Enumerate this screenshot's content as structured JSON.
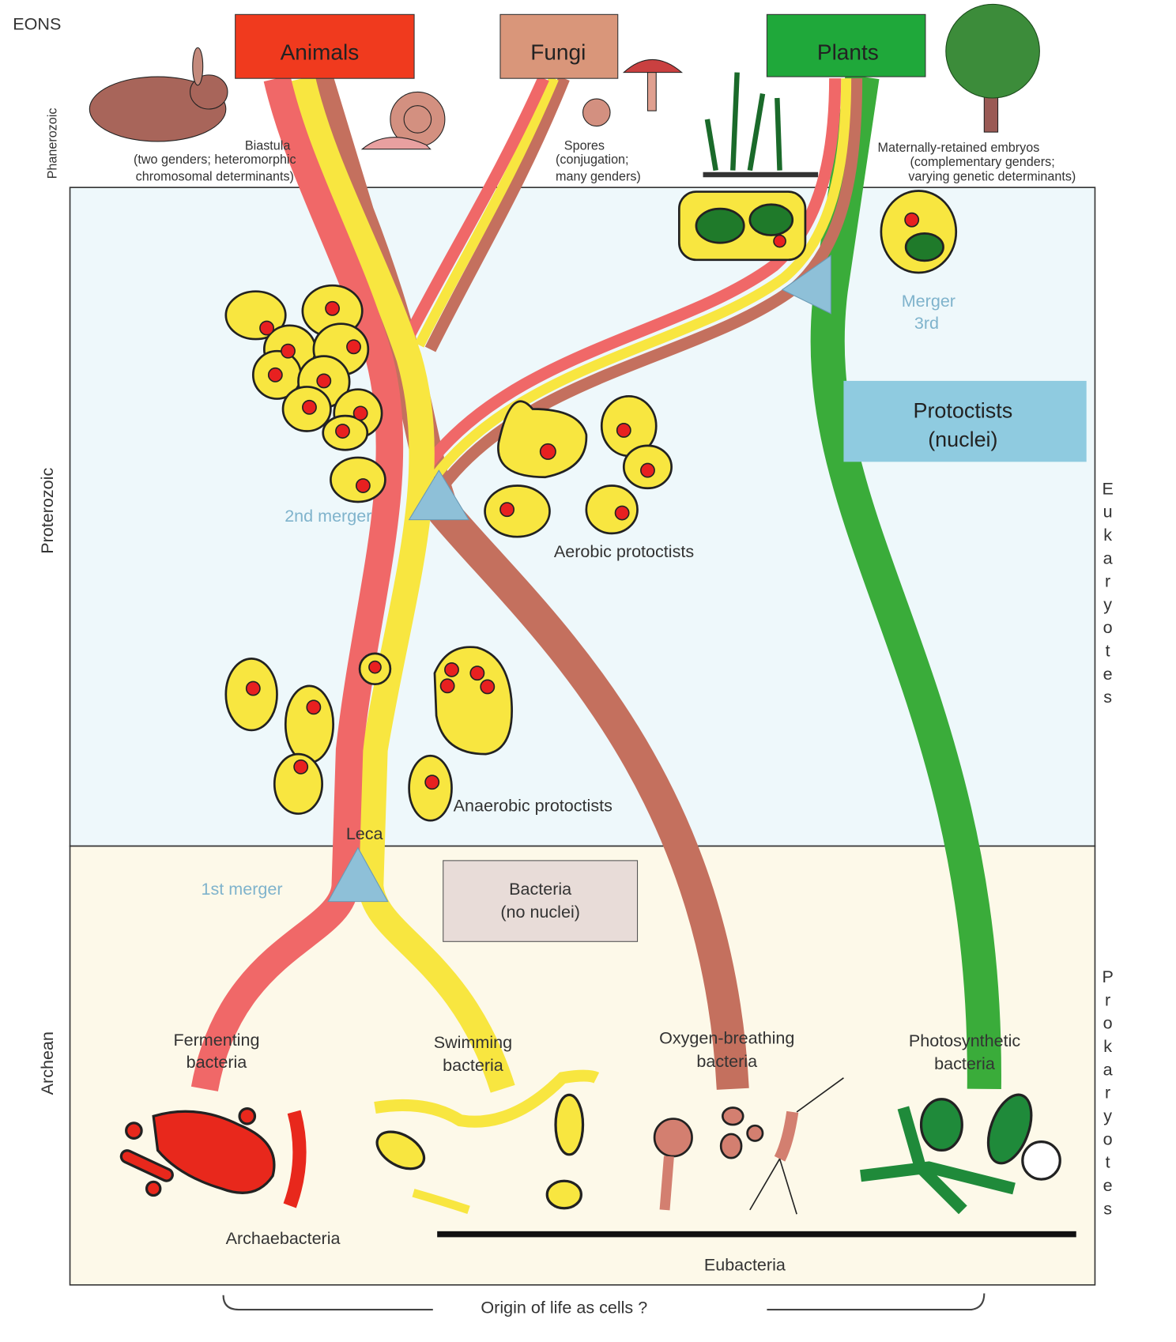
{
  "eons_title": "EONS",
  "eons": [
    "Phanerozoic",
    "Proterozoic",
    "Archean"
  ],
  "kingdoms": {
    "animals": "Animals",
    "fungi": "Fungi",
    "plants": "Plants"
  },
  "phanerozoic_notes": {
    "animals": [
      "Biastula",
      "(two genders; heteromorphic",
      "chromosomal determinants)"
    ],
    "fungi": [
      "Spores",
      "(conjugation;",
      "many genders)"
    ],
    "plants": [
      "Maternally-retained embryos",
      "(complementary genders;",
      "varying genetic determinants)"
    ]
  },
  "mergers": {
    "first": "1st merger",
    "second": "2nd merger",
    "third": [
      "Merger",
      "3rd"
    ]
  },
  "labels": {
    "leca": "Leca",
    "aerobic": "Aerobic protoctists",
    "anaerobic": "Anaerobic protoctists",
    "protoctists": [
      "Protoctists",
      "(nuclei)"
    ],
    "bacteria_box": [
      "Bacteria",
      "(no nuclei)"
    ],
    "fermenting": [
      "Fermenting",
      "bacteria"
    ],
    "swimming": [
      "Swimming",
      "bacteria"
    ],
    "oxygen": [
      "Oxygen-breathing",
      "bacteria"
    ],
    "photosynthetic": [
      "Photosynthetic",
      "bacteria"
    ],
    "archaebacteria": "Archaebacteria",
    "eubacteria": "Eubacteria",
    "origin": "Origin of life as cells ?",
    "eukaryotes": "Eukaryotes",
    "prokaryotes": "Prokaryotes"
  },
  "colors": {
    "animals": "#f03a1e",
    "fungi": "#d9967a",
    "plants": "#1fa83a",
    "red_strand": "#f06868",
    "yellow_strand": "#f8e640",
    "brown_strand": "#c4705e",
    "green_strand": "#3aac3a",
    "merger": "#8ec0d8",
    "proterozoic_bg": "#eef8fb",
    "archean_bg": "#fdf9e9"
  }
}
